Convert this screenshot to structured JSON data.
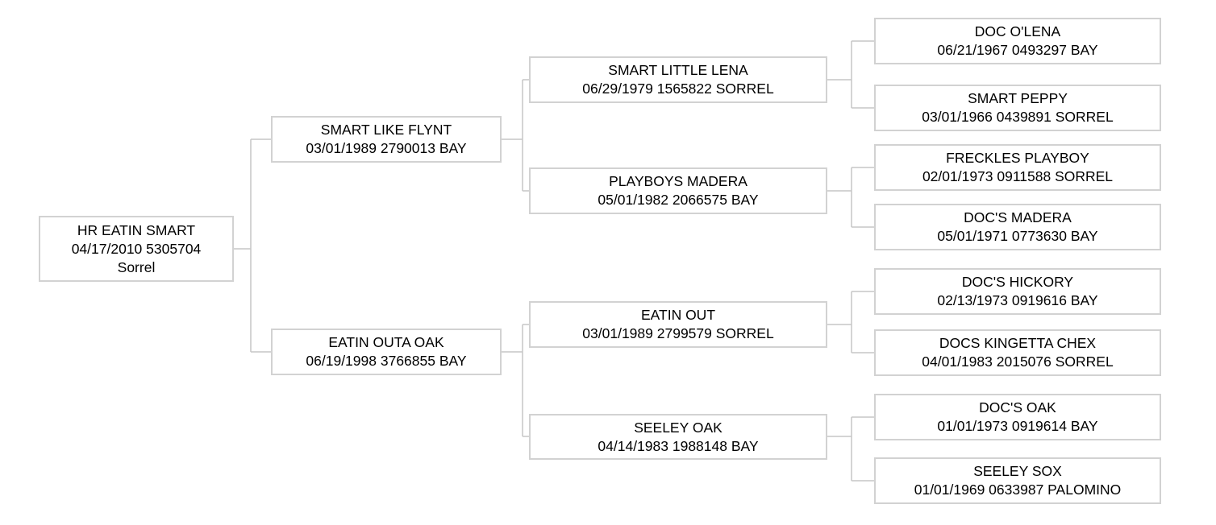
{
  "diagram": {
    "type": "pedigree-tree",
    "generations": 4,
    "colors": {
      "background": "#ffffff",
      "box_border": "#d2d2d2",
      "connector_line": "#c6c6c6",
      "text": "#000000"
    },
    "nodes": [
      {
        "id": "subject",
        "generation": 1,
        "relation": "subject",
        "name": "HR EATIN SMART",
        "details": "04/17/2010 5305704",
        "color": "Sorrel"
      },
      {
        "id": "sire",
        "generation": 2,
        "relation": "sire",
        "name": "SMART LIKE FLYNT",
        "details": "03/01/1989 2790013 BAY"
      },
      {
        "id": "dam",
        "generation": 2,
        "relation": "dam",
        "name": "EATIN OUTA OAK",
        "details": "06/19/1998 3766855 BAY"
      },
      {
        "id": "ss",
        "generation": 3,
        "relation": "sire-sire",
        "name": "SMART LITTLE LENA",
        "details": "06/29/1979 1565822 SORREL"
      },
      {
        "id": "sd",
        "generation": 3,
        "relation": "sire-dam",
        "name": "PLAYBOYS MADERA",
        "details": "05/01/1982 2066575 BAY"
      },
      {
        "id": "ds",
        "generation": 3,
        "relation": "dam-sire",
        "name": "EATIN OUT",
        "details": "03/01/1989 2799579 SORREL"
      },
      {
        "id": "dd",
        "generation": 3,
        "relation": "dam-dam",
        "name": "SEELEY OAK",
        "details": "04/14/1983 1988148 BAY"
      },
      {
        "id": "sss",
        "generation": 4,
        "relation": "sire-sire-sire",
        "name": "DOC O'LENA",
        "details": "06/21/1967 0493297 BAY"
      },
      {
        "id": "ssd",
        "generation": 4,
        "relation": "sire-sire-dam",
        "name": "SMART PEPPY",
        "details": "03/01/1966 0439891 SORREL"
      },
      {
        "id": "sds",
        "generation": 4,
        "relation": "sire-dam-sire",
        "name": "FRECKLES PLAYBOY",
        "details": "02/01/1973 0911588 SORREL"
      },
      {
        "id": "sdd",
        "generation": 4,
        "relation": "sire-dam-dam",
        "name": "DOC'S MADERA",
        "details": "05/01/1971 0773630 BAY"
      },
      {
        "id": "dss",
        "generation": 4,
        "relation": "dam-sire-sire",
        "name": "DOC'S HICKORY",
        "details": "02/13/1973 0919616 BAY"
      },
      {
        "id": "dsd",
        "generation": 4,
        "relation": "dam-sire-dam",
        "name": "DOCS KINGETTA CHEX",
        "details": "04/01/1983 2015076 SORREL"
      },
      {
        "id": "dds",
        "generation": 4,
        "relation": "dam-dam-sire",
        "name": "DOC'S OAK",
        "details": "01/01/1973 0919614 BAY"
      },
      {
        "id": "ddd",
        "generation": 4,
        "relation": "dam-dam-dam",
        "name": "SEELEY SOX",
        "details": "01/01/1969 0633987 PALOMINO"
      }
    ]
  }
}
